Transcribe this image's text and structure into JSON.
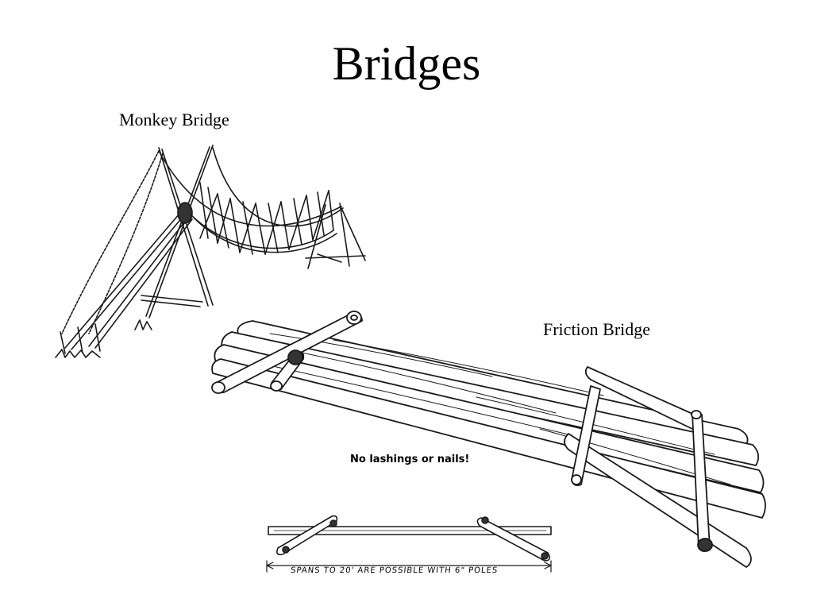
{
  "slide": {
    "title": "Bridges",
    "monkey_bridge_label": "Monkey Bridge",
    "friction_bridge_label": "Friction Bridge",
    "note": "No lashings or nails!",
    "span_note": "SPANS TO 20' ARE POSSIBLE WITH 6\" POLES"
  }
}
